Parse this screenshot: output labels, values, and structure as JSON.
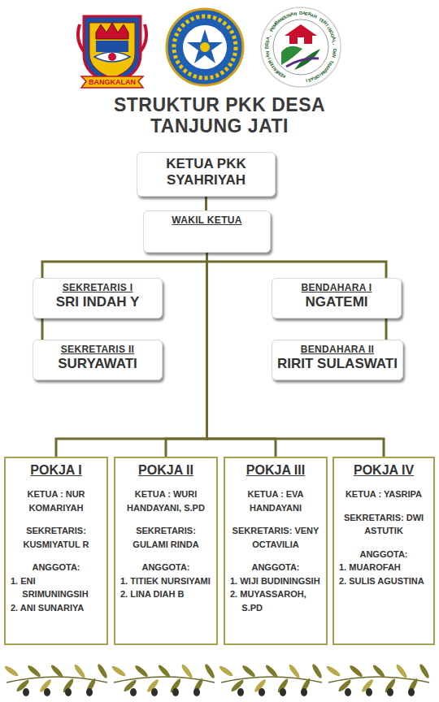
{
  "diagram": {
    "title": "STRUKTUR PKK DESA TANJUNG JATI",
    "nodes": [
      {
        "text": [
          "KETUA PKK",
          "SYAHRIYAH"
        ]
      },
      {
        "text": [
          "WAKIL KETUA"
        ]
      },
      {
        "text": [
          "SEKRETARIS I",
          "SRI INDAH Y"
        ]
      },
      {
        "text": [
          "BENDAHARA I",
          "NGATEMI"
        ]
      },
      {
        "text": [
          "SEKRETARIS II",
          "SURYAWATI"
        ]
      },
      {
        "text": [
          "BENDAHARA II",
          "RIRIT SULASWATI"
        ]
      },
      {
        "text": [
          "POKJA I",
          "KETUA : NUR KOMARIYAH",
          "SEKRETARIS: KUSMIYATUL R",
          "ANGGOTA:",
          "1. ENI SRIMUNINGSIH",
          "2. ANI SUNARIYA"
        ]
      },
      {
        "text": [
          "POKJA II",
          "KETUA : WURI HANDAYANI, S.PD",
          "SEKRETARIS: GULAMI RINDA",
          "ANGGOTA:",
          "1. TITIEK NURSIYAMI",
          "2. LINA DIAH B"
        ]
      },
      {
        "text": [
          "POKJA III",
          "KETUA : EVA HANDAYANI",
          "SEKRETARIS: VENY OCTAVILIA",
          "ANGGOTA:",
          "1. WIJI BUDININGSIH",
          "2. MUYASSAROH, S.PD"
        ]
      },
      {
        "text": [
          "POKJA IV",
          "KETUA : YASRIPA",
          "SEKRETARIS: DWI ASTUTIK",
          "ANGGOTA:",
          "1. MUAROFAH",
          "2. SULIS AGUSTINA"
        ]
      }
    ],
    "edges": [
      {
        "from": 0,
        "to": 1,
        "arrow": "none"
      },
      {
        "from": 1,
        "to": 2,
        "arrow": "none"
      },
      {
        "from": 1,
        "to": 3,
        "arrow": "none"
      },
      {
        "from": 2,
        "to": 4,
        "arrow": "none"
      },
      {
        "from": 3,
        "to": 5,
        "arrow": "none"
      },
      {
        "from": 1,
        "to": 6,
        "arrow": "none"
      },
      {
        "from": 1,
        "to": 7,
        "arrow": "none"
      },
      {
        "from": 1,
        "to": 8,
        "arrow": "none"
      },
      {
        "from": 1,
        "to": 9,
        "arrow": "none"
      }
    ],
    "labels": [
      "BANGKALAN",
      "KEMENTERIAN DESA, PEMBANGUNAN DAERAH TERTINGGAL, DAN TRANSMIGRASI"
    ]
  }
}
